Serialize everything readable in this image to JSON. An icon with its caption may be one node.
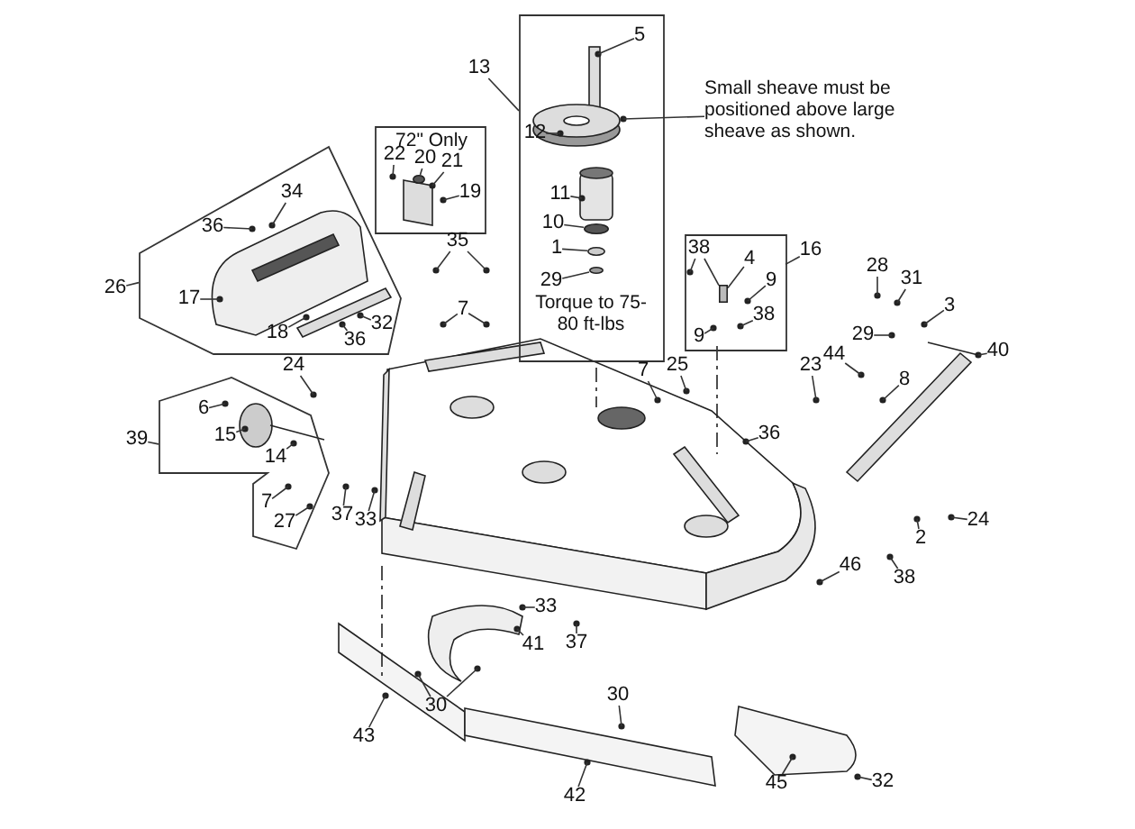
{
  "diagram": {
    "nodes": [
      {
        "text": [
          "Torque to 75-80 ft-lbs"
        ]
      },
      {
        "text": [
          "13"
        ]
      },
      {
        "text": [
          "5"
        ],
        "in": 0
      },
      {
        "text": [
          "12"
        ],
        "in": 0
      },
      {
        "text": [
          "11"
        ],
        "in": 0
      },
      {
        "text": [
          "10"
        ],
        "in": 0
      },
      {
        "text": [
          "1"
        ],
        "in": 0
      },
      {
        "text": [
          "29"
        ],
        "in": 0
      },
      {
        "text": [
          "Small sheave must be positioned above large sheave as shown."
        ]
      },
      {
        "text": [
          "72\" Only"
        ]
      },
      {
        "text": [
          "22"
        ],
        "in": 9
      },
      {
        "text": [
          "20"
        ],
        "in": 9
      },
      {
        "text": [
          "21"
        ],
        "in": 9
      },
      {
        "text": [
          "19"
        ],
        "in": 9
      },
      {
        "text": [],
        "shape": "box"
      },
      {
        "text": [
          "26"
        ]
      },
      {
        "text": [
          "34"
        ],
        "in": 14
      },
      {
        "text": [
          "36"
        ],
        "in": 14
      },
      {
        "text": [
          "17"
        ],
        "in": 14
      },
      {
        "text": [
          "32"
        ],
        "in": 14
      },
      {
        "text": [
          "18"
        ],
        "in": 14
      },
      {
        "text": [
          "36"
        ],
        "in": 14
      },
      {
        "text": [
          "35"
        ]
      },
      {
        "text": [
          "7"
        ]
      },
      {
        "text": [],
        "shape": "box"
      },
      {
        "text": [
          "16"
        ]
      },
      {
        "text": [
          "38"
        ],
        "in": 24
      },
      {
        "text": [
          "4"
        ],
        "in": 24
      },
      {
        "text": [
          "9"
        ],
        "in": 24
      },
      {
        "text": [
          "9"
        ],
        "in": 24
      },
      {
        "text": [
          "38"
        ],
        "in": 24
      },
      {
        "text": [
          "28"
        ]
      },
      {
        "text": [
          "31"
        ]
      },
      {
        "text": [
          "3"
        ]
      },
      {
        "text": [
          "29"
        ]
      },
      {
        "text": [
          "40"
        ]
      },
      {
        "text": [
          "44"
        ]
      },
      {
        "text": [
          "23"
        ]
      },
      {
        "text": [
          "8"
        ]
      },
      {
        "text": [
          "25"
        ]
      },
      {
        "text": [
          "7"
        ]
      },
      {
        "text": [
          "24"
        ]
      },
      {
        "text": [],
        "shape": "box"
      },
      {
        "text": [
          "39"
        ]
      },
      {
        "text": [
          "6"
        ],
        "in": 42
      },
      {
        "text": [
          "15"
        ],
        "in": 42
      },
      {
        "text": [
          "14"
        ],
        "in": 42
      },
      {
        "text": [
          "7"
        ],
        "in": 42
      },
      {
        "text": [
          "27"
        ],
        "in": 42
      },
      {
        "text": [
          "37"
        ]
      },
      {
        "text": [
          "33"
        ]
      },
      {
        "text": [
          "36"
        ]
      },
      {
        "text": [
          "24"
        ]
      },
      {
        "text": [
          "2"
        ]
      },
      {
        "text": [
          "46"
        ]
      },
      {
        "text": [
          "38"
        ]
      },
      {
        "text": [
          "33"
        ]
      },
      {
        "text": [
          "41"
        ]
      },
      {
        "text": [
          "37"
        ]
      },
      {
        "text": [
          "30"
        ]
      },
      {
        "text": [
          "30"
        ]
      },
      {
        "text": [
          "43"
        ]
      },
      {
        "text": [
          "42"
        ]
      },
      {
        "text": [
          "45"
        ]
      },
      {
        "text": [
          "32"
        ]
      },
      {
        "text": [],
        "shape": "circle",
        "in": 0
      },
      {
        "text": [],
        "shape": "circle",
        "in": 0
      },
      {
        "text": [],
        "shape": "circle",
        "in": 0
      },
      {
        "text": [],
        "shape": "circle",
        "in": 9
      },
      {
        "text": [],
        "shape": "box",
        "in": 24
      }
    ],
    "edges": [
      {
        "from": 1,
        "to": 0,
        "arrow": "none"
      },
      {
        "from": 15,
        "to": 14,
        "arrow": "none"
      },
      {
        "from": 25,
        "to": 24,
        "arrow": "none"
      },
      {
        "from": 43,
        "to": 42,
        "arrow": "none"
      },
      {
        "from": 8,
        "to": null,
        "arrow": "none"
      },
      {
        "from": 2,
        "to": null,
        "arrow": "none"
      },
      {
        "from": 3,
        "to": null,
        "arrow": "none"
      },
      {
        "from": 4,
        "to": null,
        "arrow": "none"
      },
      {
        "from": 5,
        "to": 65,
        "arrow": "none"
      },
      {
        "from": 6,
        "to": 66,
        "arrow": "none"
      },
      {
        "from": 7,
        "to": 67,
        "arrow": "none"
      },
      {
        "from": 10,
        "to": null,
        "arrow": "none"
      },
      {
        "from": 11,
        "to": 68,
        "arrow": "none"
      },
      {
        "from": 12,
        "to": null,
        "arrow": "none"
      },
      {
        "from": 13,
        "to": null,
        "arrow": "none"
      },
      {
        "from": 16,
        "to": null,
        "arrow": "none"
      },
      {
        "from": 17,
        "to": null,
        "arrow": "none"
      },
      {
        "from": 18,
        "to": null,
        "arrow": "none"
      },
      {
        "from": 19,
        "to": null,
        "arrow": "none"
      },
      {
        "from": 20,
        "to": null,
        "arrow": "none"
      },
      {
        "from": 21,
        "to": null,
        "arrow": "none"
      },
      {
        "from": 22,
        "to": null,
        "arrow": "none"
      },
      {
        "from": 22,
        "to": null,
        "arrow": "none"
      },
      {
        "from": 23,
        "to": null,
        "arrow": "none"
      },
      {
        "from": 23,
        "to": null,
        "arrow": "none"
      },
      {
        "from": 26,
        "to": null,
        "arrow": "none"
      },
      {
        "from": 26,
        "to": 69,
        "arrow": "none"
      },
      {
        "from": 27,
        "to": 69,
        "arrow": "none"
      },
      {
        "from": 28,
        "to": null,
        "arrow": "none"
      },
      {
        "from": 29,
        "to": null,
        "arrow": "none"
      },
      {
        "from": 30,
        "to": null,
        "arrow": "none"
      },
      {
        "from": 31,
        "to": null,
        "arrow": "none"
      },
      {
        "from": 32,
        "to": null,
        "arrow": "none"
      },
      {
        "from": 33,
        "to": null,
        "arrow": "none"
      },
      {
        "from": 34,
        "to": null,
        "arrow": "none"
      },
      {
        "from": 35,
        "to": null,
        "arrow": "none"
      },
      {
        "from": 36,
        "to": null,
        "arrow": "none"
      },
      {
        "from": 37,
        "to": null,
        "arrow": "none"
      },
      {
        "from": 38,
        "to": null,
        "arrow": "none"
      },
      {
        "from": 39,
        "to": null,
        "arrow": "none"
      },
      {
        "from": 40,
        "to": null,
        "arrow": "none"
      },
      {
        "from": 41,
        "to": null,
        "arrow": "none"
      },
      {
        "from": 44,
        "to": null,
        "arrow": "none"
      },
      {
        "from": 45,
        "to": null,
        "arrow": "none"
      },
      {
        "from": 46,
        "to": null,
        "arrow": "none"
      },
      {
        "from": 47,
        "to": null,
        "arrow": "none"
      },
      {
        "from": 48,
        "to": null,
        "arrow": "none"
      },
      {
        "from": 49,
        "to": null,
        "arrow": "none"
      },
      {
        "from": 50,
        "to": null,
        "arrow": "none"
      },
      {
        "from": 51,
        "to": null,
        "arrow": "none"
      },
      {
        "from": 52,
        "to": null,
        "arrow": "none"
      },
      {
        "from": 53,
        "to": null,
        "arrow": "none"
      },
      {
        "from": 54,
        "to": null,
        "arrow": "none"
      },
      {
        "from": 55,
        "to": null,
        "arrow": "none"
      },
      {
        "from": 56,
        "to": null,
        "arrow": "none"
      },
      {
        "from": 57,
        "to": null,
        "arrow": "none"
      },
      {
        "from": 58,
        "to": null,
        "arrow": "none"
      },
      {
        "from": 59,
        "to": null,
        "arrow": "none"
      },
      {
        "from": 60,
        "to": null,
        "arrow": "none"
      },
      {
        "from": 60,
        "to": null,
        "arrow": "none"
      },
      {
        "from": 61,
        "to": null,
        "arrow": "none"
      },
      {
        "from": 62,
        "to": null,
        "arrow": "none"
      },
      {
        "from": 63,
        "to": null,
        "arrow": "none"
      },
      {
        "from": 64,
        "to": null,
        "arrow": "none"
      }
    ]
  }
}
